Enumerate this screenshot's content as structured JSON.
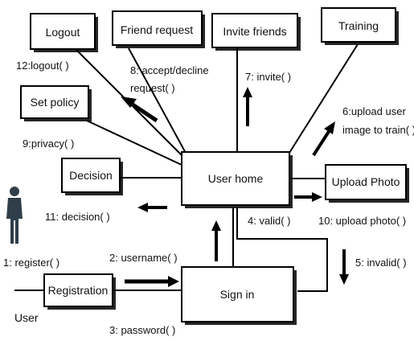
{
  "diagram": {
    "boxes": {
      "logout": "Logout",
      "friend_request": "Friend request",
      "invite_friends": "Invite friends",
      "training": "Training",
      "set_policy": "Set policy",
      "decision": "Decision",
      "user_home": "User home",
      "upload_photo": "Upload Photo",
      "registration": "Registration",
      "sign_in": "Sign in"
    },
    "actor": {
      "label": "User"
    },
    "messages": {
      "m1": "1: register( )",
      "m2": "2: username( )",
      "m3": "3: password( )",
      "m4": "4: valid( )",
      "m5": "5: invalid( )",
      "m6a": "6:upload user",
      "m6b": "image to train( )",
      "m7": "7: invite( )",
      "m8a": "8: accept/decline",
      "m8b": "request( )",
      "m9": "9:privacy( )",
      "m10": "10: upload photo( )",
      "m11": "11: decision( )",
      "m12": "12:logout( )"
    }
  }
}
